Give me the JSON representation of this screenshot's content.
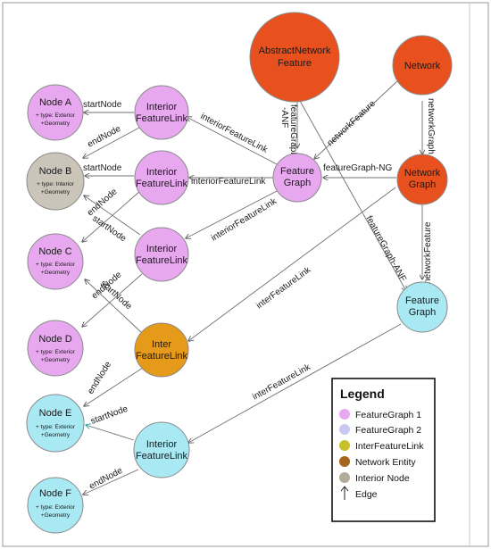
{
  "colors": {
    "featuregraph1": "#e8a8f0",
    "featuregraph2": "#a8e9f4",
    "interfeaturelink": "#e69a1a",
    "network_entity": "#e8501e",
    "interior_node": "#cac5b8"
  },
  "nodes": {
    "abstract_network_feature": {
      "line1": "AbstractNetwork",
      "line2": "Feature"
    },
    "network": {
      "line1": "Network"
    },
    "network_graph": {
      "line1": "Network",
      "line2": "Graph"
    },
    "feature_graph_1": {
      "line1": "Feature",
      "line2": "Graph"
    },
    "feature_graph_2": {
      "line1": "Feature",
      "line2": "Graph"
    },
    "interior_link_1": {
      "line1": "Interior",
      "line2": "FeatureLink"
    },
    "interior_link_2": {
      "line1": "Interior",
      "line2": "FeatureLink"
    },
    "interior_link_3": {
      "line1": "Interior",
      "line2": "FeatureLink"
    },
    "interior_link_4": {
      "line1": "Interior",
      "line2": "FeatureLink"
    },
    "inter_link": {
      "line1": "Inter",
      "line2": "FeatureLink"
    },
    "node_a": {
      "title": "Node A",
      "attr1": "+ type: Exterior",
      "attr2": "+Geometry"
    },
    "node_b": {
      "title": "Node B",
      "attr1": "+ type: Interior",
      "attr2": "+Geometry"
    },
    "node_c": {
      "title": "Node C",
      "attr1": "+ type: Exterior",
      "attr2": "+Geometry"
    },
    "node_d": {
      "title": "Node D",
      "attr1": "+ type: Exterior",
      "attr2": "+Geometry"
    },
    "node_e": {
      "title": "Node E",
      "attr1": "+ type: Exterior",
      "attr2": "+Geometry"
    },
    "node_f": {
      "title": "Node F",
      "attr1": "+ type: Exterior",
      "attr2": "+Geometry"
    }
  },
  "edges": {
    "start_node": "startNode",
    "end_node": "endNode",
    "interior_feature_link": "interiorFeatureLink",
    "inter_feature_link": "interFeatureLink",
    "feature_graph": "featureGraph",
    "anf": "-ANF",
    "network_feature": "networkFeature",
    "network_graph": "networkGraph",
    "feature_graph_ng": "featureGraph-NG",
    "feature_graph_anf": "featureGraph-ANF"
  },
  "legend": {
    "title": "Legend",
    "items": [
      {
        "label": "FeatureGraph 1",
        "color": "#e8a8f0"
      },
      {
        "label": "FeatureGraph 2",
        "color": "#c8c8f2"
      },
      {
        "label": "InterFeatureLink",
        "color": "#c8bf2a"
      },
      {
        "label": "Network Entity",
        "color": "#a6651e"
      },
      {
        "label": "Interior Node",
        "color": "#b3ab9a"
      },
      {
        "label": "Edge"
      }
    ]
  }
}
